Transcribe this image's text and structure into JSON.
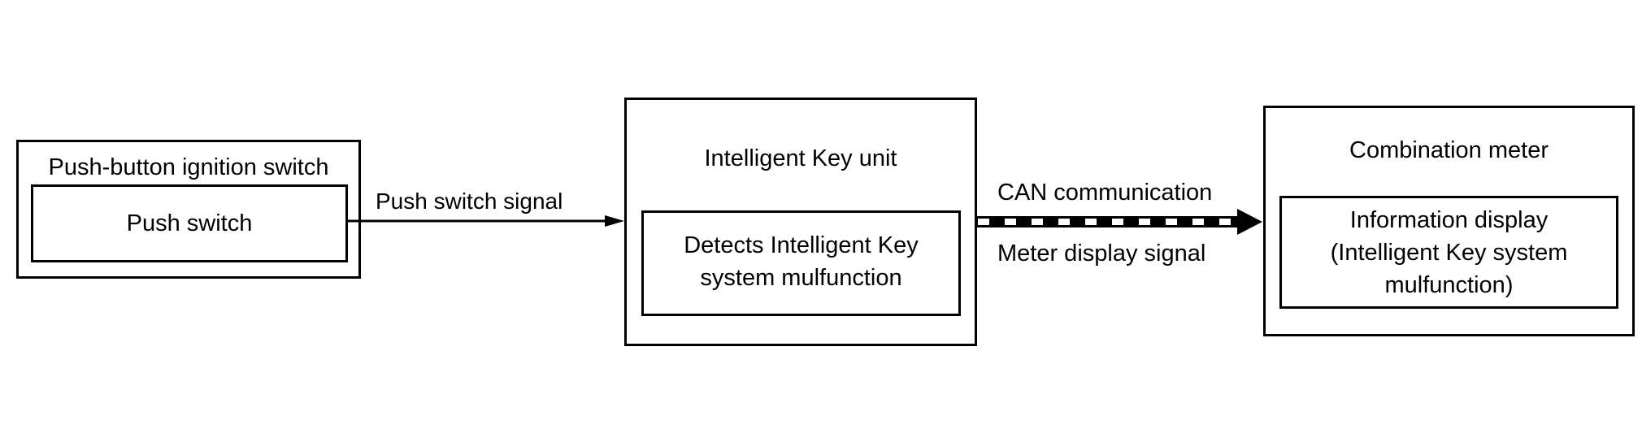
{
  "diagram": {
    "nodes": [
      {
        "id": "push-button-ignition-switch",
        "title": "Push-button ignition switch",
        "inner": [
          "Push switch"
        ]
      },
      {
        "id": "intelligent-key-unit",
        "title": "Intelligent Key unit",
        "inner": [
          "Detects Intelligent Key",
          "system mulfunction"
        ]
      },
      {
        "id": "combination-meter",
        "title": "Combination meter",
        "inner": [
          "Information display",
          "(Intelligent Key system",
          "mulfunction)"
        ]
      }
    ],
    "edges": [
      {
        "from": "push-button-ignition-switch",
        "to": "intelligent-key-unit",
        "label": "Push switch signal",
        "style": "solid-arrow"
      },
      {
        "from": "intelligent-key-unit",
        "to": "combination-meter",
        "label_top": "CAN communication",
        "label_bottom": "Meter display signal",
        "style": "can-bus-arrow"
      }
    ]
  }
}
